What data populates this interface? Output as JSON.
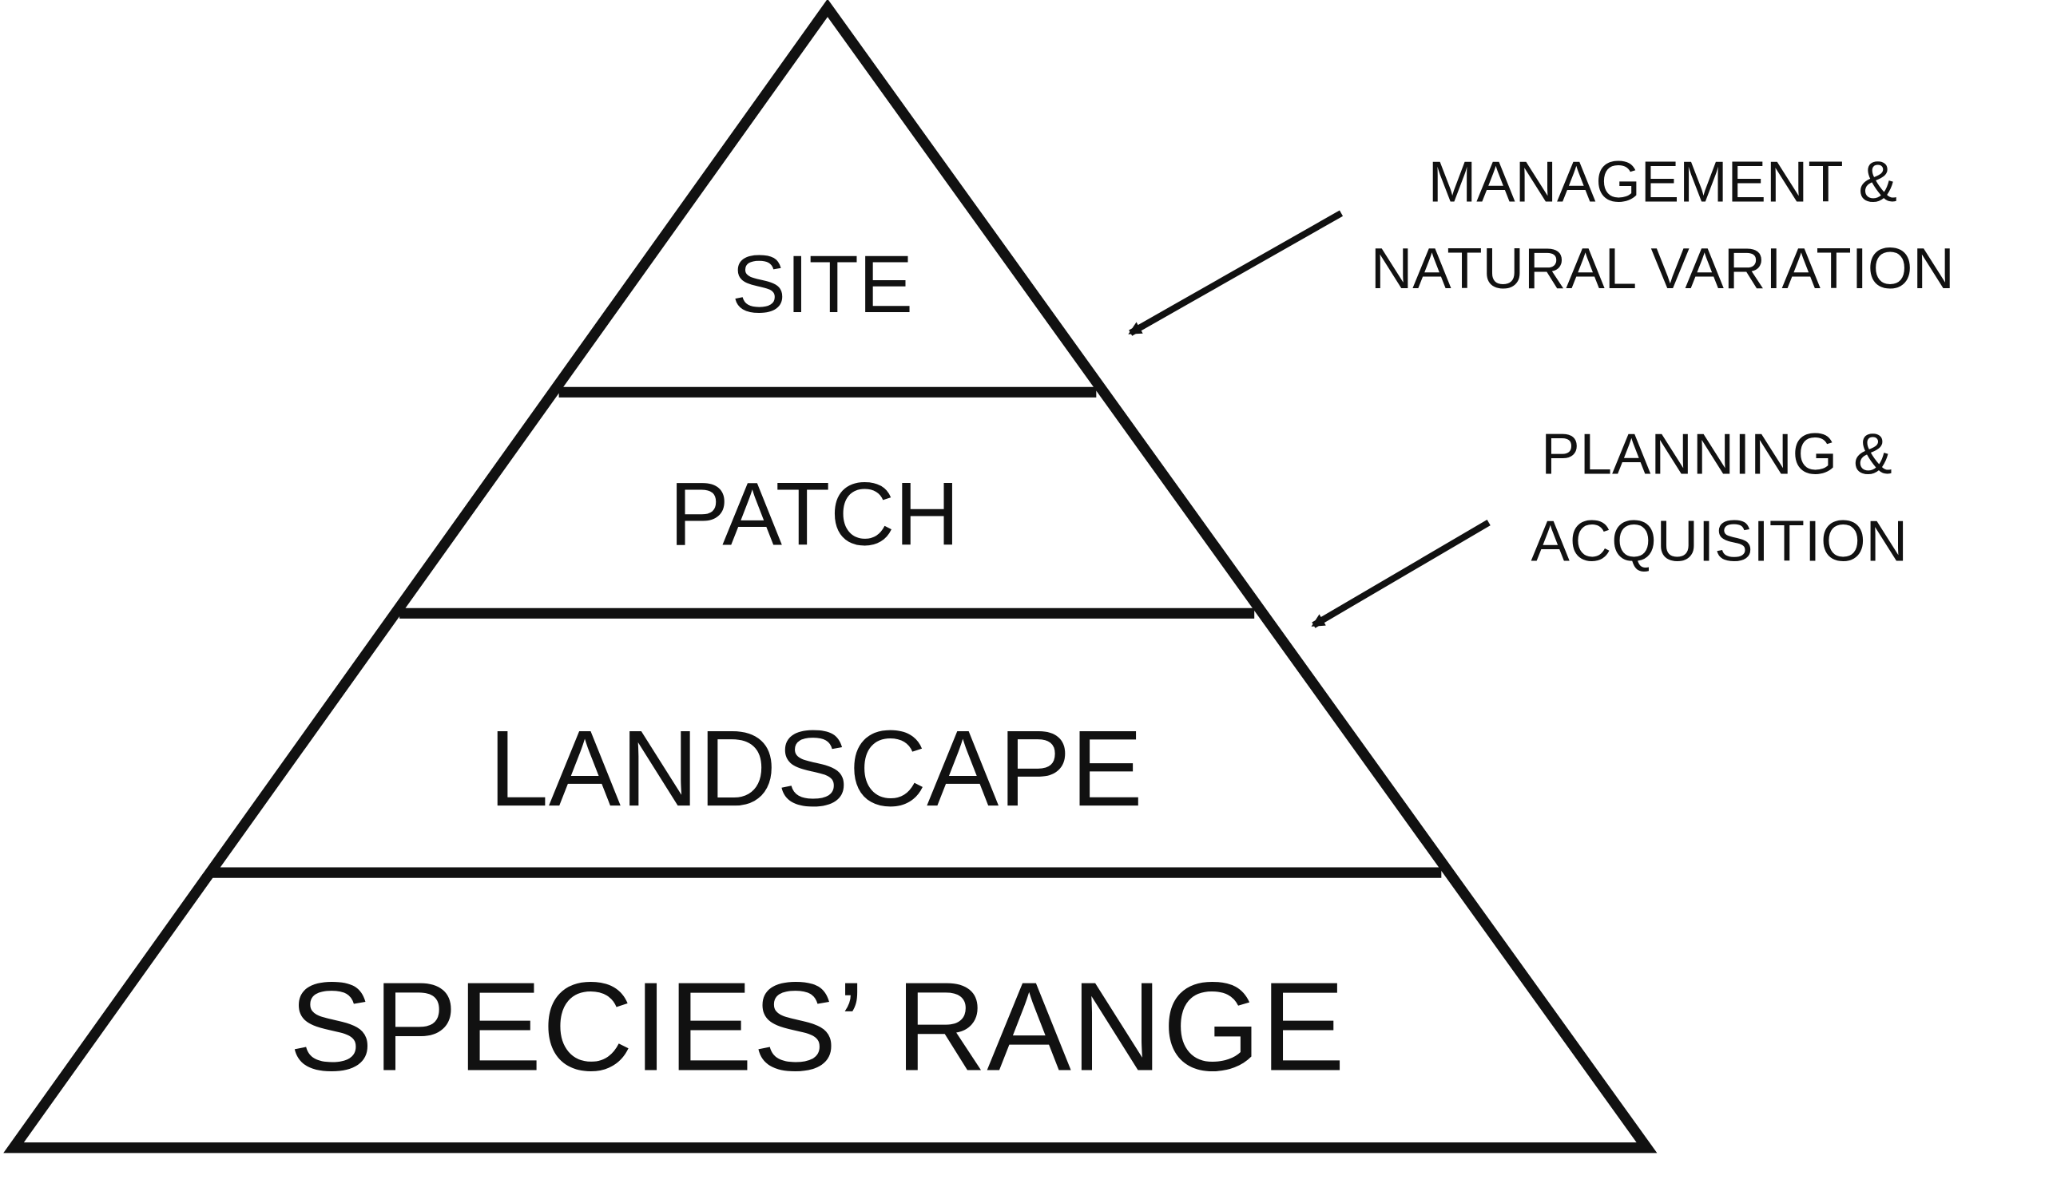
{
  "pyramid": {
    "levels": [
      {
        "label": "SITE"
      },
      {
        "label": "PATCH"
      },
      {
        "label": "LANDSCAPE"
      },
      {
        "label": "SPECIES’ RANGE"
      }
    ]
  },
  "annotations": [
    {
      "lines": [
        "MANAGEMENT &",
        "NATURAL VARIATION"
      ]
    },
    {
      "lines": [
        "PLANNING &",
        "ACQUISITION"
      ]
    }
  ],
  "colors": {
    "stroke": "#111111",
    "background": "#ffffff"
  }
}
